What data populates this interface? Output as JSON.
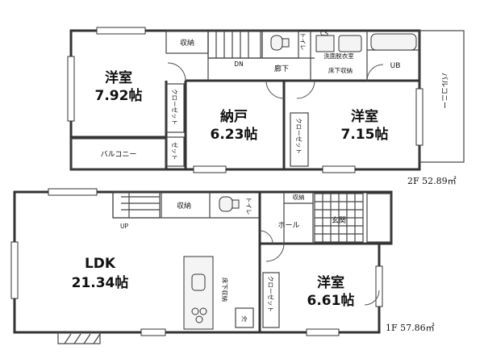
{
  "floor2": {
    "area_label": "2F 52.89㎡",
    "rooms": {
      "western_a": {
        "name": "洋室",
        "size": "7.92帖"
      },
      "storage_room": {
        "name": "納戸",
        "size": "6.23帖"
      },
      "western_b": {
        "name": "洋室",
        "size": "7.15帖"
      }
    },
    "labels": {
      "storage_top": "収納",
      "closet_left": "クローゼット",
      "closet_left_small": "ゼット",
      "closet_right": "クローゼット",
      "balcony_left": "バルコニー",
      "balcony_right": "バルコニー",
      "hallway": "廊下",
      "down": "DN",
      "toilet": "トイレ",
      "cs": "CS",
      "washroom": "洗面脱衣室",
      "underfloor_storage": "床下収納",
      "unit_bath": "UB"
    }
  },
  "floor1": {
    "area_label": "1F 57.86㎡",
    "rooms": {
      "ldk": {
        "name": "LDK",
        "size": "21.34帖"
      },
      "western_c": {
        "name": "洋室",
        "size": "6.61帖"
      }
    },
    "labels": {
      "storage_a": "収納",
      "storage_b": "収納",
      "toilet": "トイレ",
      "hall": "ホール",
      "entrance": "玄関",
      "up": "UP",
      "underfloor_storage": "床下収納",
      "closet": "クローゼット",
      "fridge": "冷"
    }
  }
}
